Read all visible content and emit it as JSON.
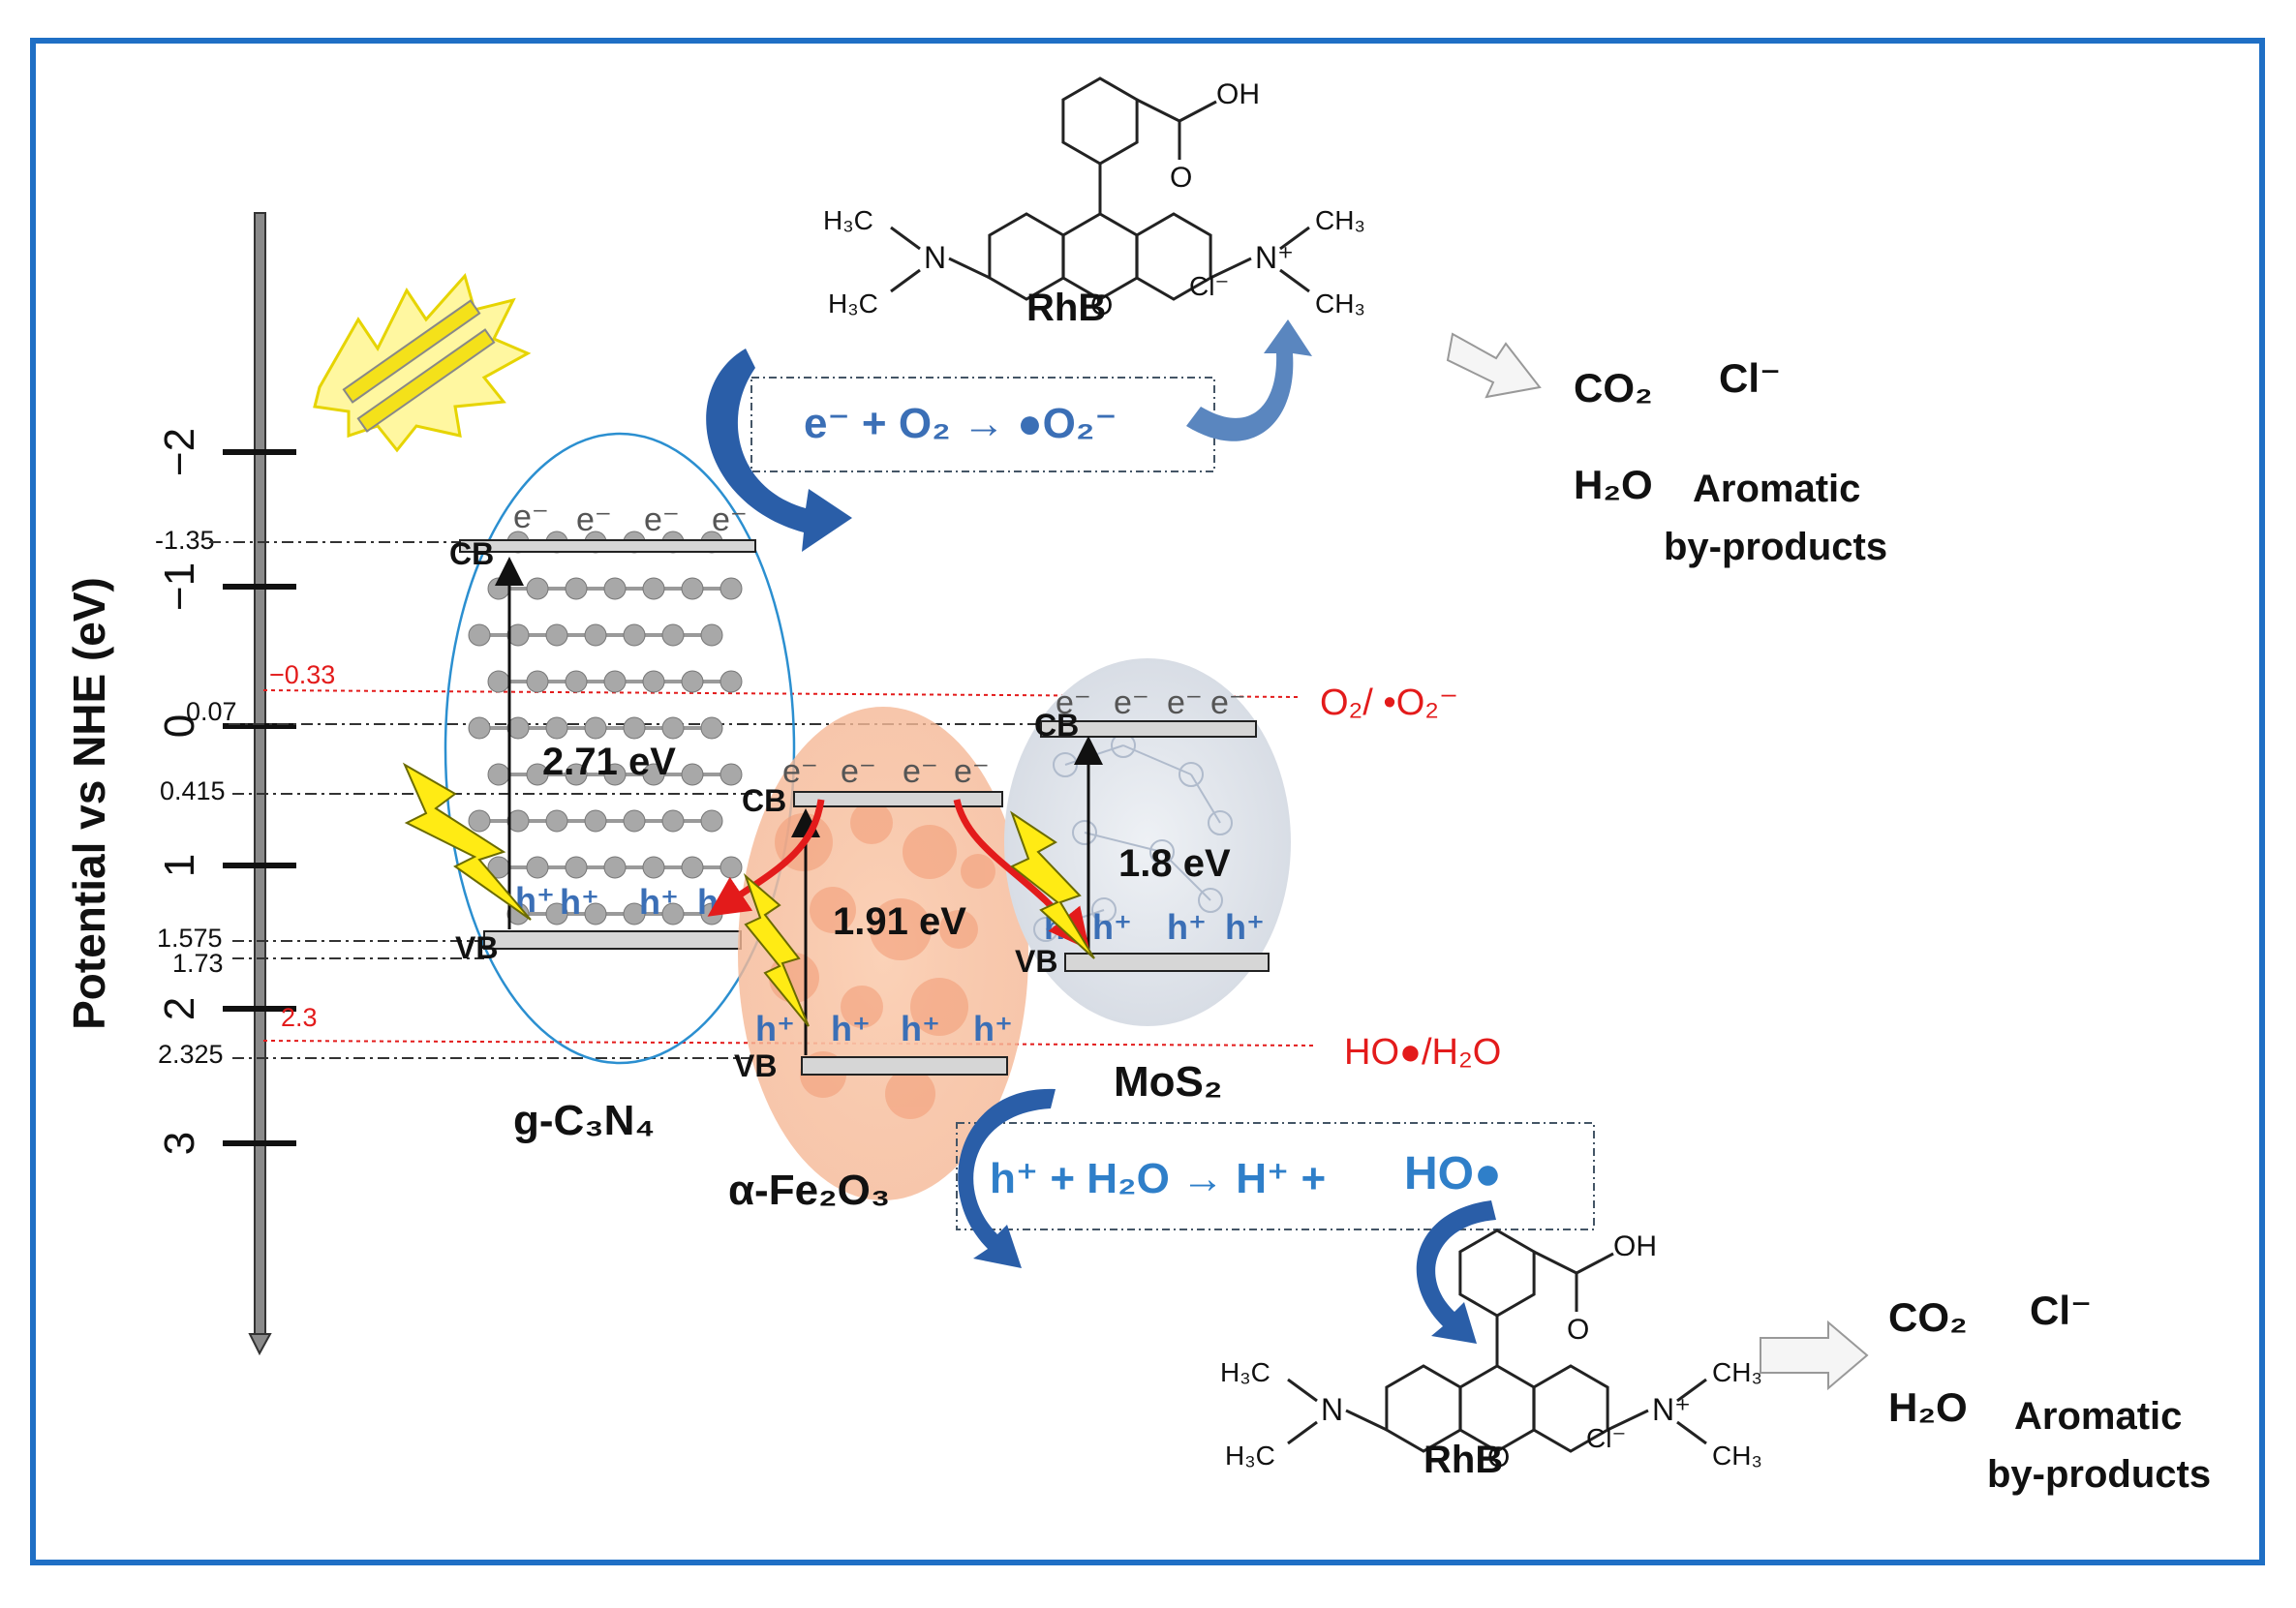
{
  "axis": {
    "label": "Potential vs NHE (eV)",
    "major_ticks": [
      "−2",
      "−1",
      "0",
      "1",
      "2",
      "3"
    ],
    "minor_values": [
      "-1.35",
      "0.07",
      "0.415",
      "1.575",
      "1.73",
      "2.325"
    ],
    "red_values": [
      "−0.33",
      "2.3"
    ]
  },
  "redox": {
    "o2": "O₂/ •O₂⁻",
    "ho": "HO●/H₂O"
  },
  "bands": {
    "cb": "CB",
    "vb": "VB",
    "electron": "e⁻",
    "hole": "h⁺"
  },
  "materials": {
    "gcn": {
      "name": "g-C₃N₄",
      "gap": "2.71 eV"
    },
    "fe2o3": {
      "name": "α-Fe₂O₃",
      "gap": "1.91 eV"
    },
    "mos2": {
      "name": "MoS₂",
      "gap": "1.8 eV"
    }
  },
  "reactions": {
    "superoxide": "e⁻ + O₂ → ●O₂⁻",
    "hydroxyl_left": "h⁺ + H₂O → H⁺ +",
    "hydroxyl_right": "HO●"
  },
  "molecule": {
    "name": "RhB",
    "oh": "OH",
    "o": "O",
    "n": "N",
    "n_plus": "N⁺",
    "cl": "Cl⁻",
    "h3c": "H₃C",
    "ch3": "CH₃"
  },
  "products": {
    "co2": "CO₂",
    "cl": "Cl⁻",
    "h2o": "H₂O",
    "aromatic": "Aromatic",
    "byproducts": "by-products"
  },
  "colors": {
    "frame": "#1f6fc5",
    "red": "#e31b1b",
    "blue_text": "#3b6fb6",
    "arrow_blue": "#2a5ea8",
    "fe2o3_fill": "#f7c3a3",
    "mos2_fill": "#e2e6ec",
    "lightning": "#ffeb14"
  }
}
